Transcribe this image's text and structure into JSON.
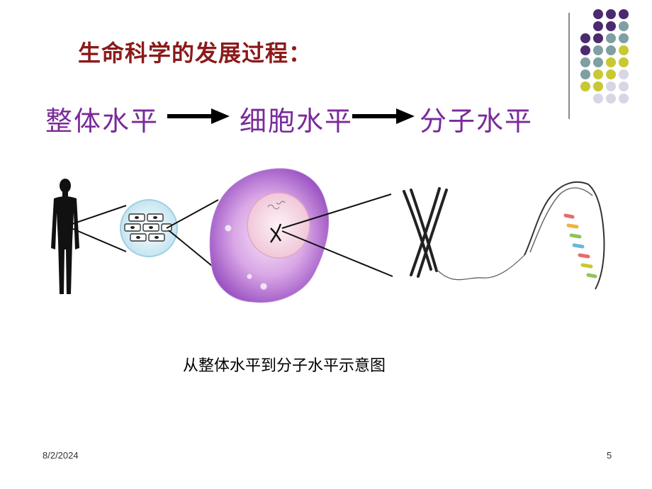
{
  "slide": {
    "title": "生命科学的发展过程：",
    "levels": [
      "整体水平",
      "细胞水平",
      "分子水平"
    ],
    "caption": "从整体水平到分子水平示意图",
    "date": "8/2/2024",
    "page_number": "5"
  },
  "illustration": {
    "items": [
      "human-figure-icon",
      "tissue-cells-icon",
      "cell-icon",
      "chromosome-icon",
      "dna-helix-icon"
    ]
  },
  "colors": {
    "title": "#8b1a1a",
    "levels": "#7a2a9a",
    "dot_purple": "#4b2a6e",
    "dot_teal": "#7f9fa2",
    "dot_yellow": "#c8c832",
    "dot_lavender": "#d6d6e6"
  }
}
